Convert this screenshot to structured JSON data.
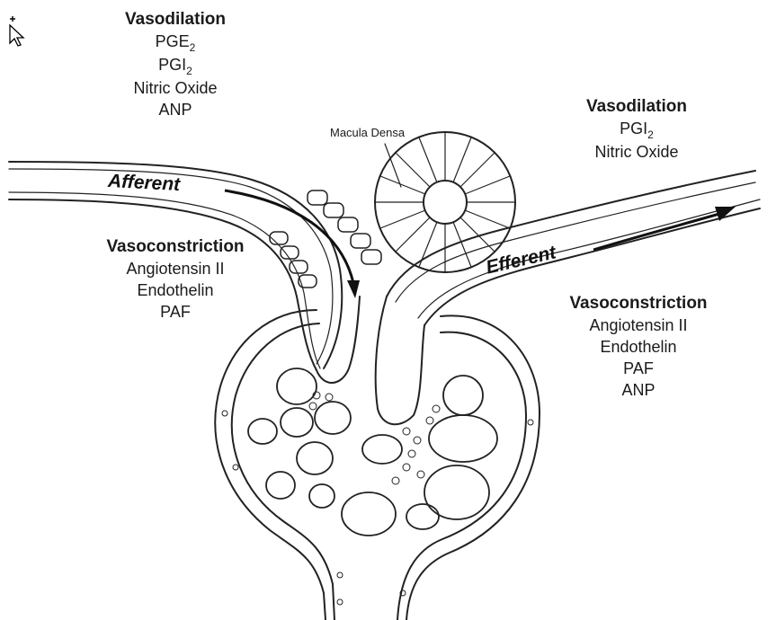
{
  "labels": {
    "macula_densa": "Macula Densa",
    "afferent": "Afferent",
    "efferent": "Efferent"
  },
  "afferent_dilation": {
    "heading": "Vasodilation",
    "items": [
      {
        "base": "PGE",
        "sub": "2"
      },
      {
        "base": "PGI",
        "sub": "2"
      },
      {
        "base": "Nitric Oxide",
        "sub": ""
      },
      {
        "base": "ANP",
        "sub": ""
      }
    ]
  },
  "afferent_constriction": {
    "heading": "Vasoconstriction",
    "items": [
      {
        "base": "Angiotensin II",
        "sub": ""
      },
      {
        "base": "Endothelin",
        "sub": ""
      },
      {
        "base": "PAF",
        "sub": ""
      }
    ]
  },
  "efferent_dilation": {
    "heading": "Vasodilation",
    "items": [
      {
        "base": "PGI",
        "sub": "2"
      },
      {
        "base": "Nitric Oxide",
        "sub": ""
      }
    ]
  },
  "efferent_constriction": {
    "heading": "Vasoconstriction",
    "items": [
      {
        "base": "Angiotensin II",
        "sub": ""
      },
      {
        "base": "Endothelin",
        "sub": ""
      },
      {
        "base": "PAF",
        "sub": ""
      },
      {
        "base": "ANP",
        "sub": ""
      }
    ]
  },
  "colors": {
    "ink": "#1a1a1a",
    "background": "#ffffff"
  }
}
